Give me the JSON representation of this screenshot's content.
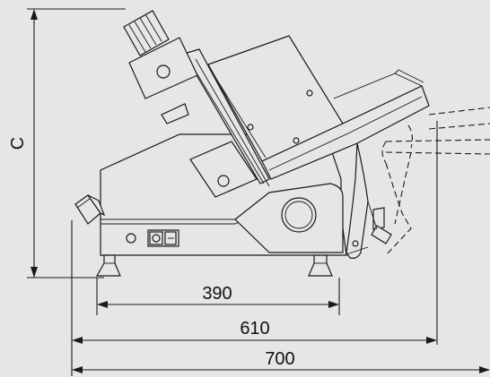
{
  "dimensions": {
    "height_label": "C",
    "width_1": "390",
    "width_2": "610",
    "width_3": "700"
  },
  "colors": {
    "background": "#e6e6e6",
    "line": "#1a1a1a"
  }
}
